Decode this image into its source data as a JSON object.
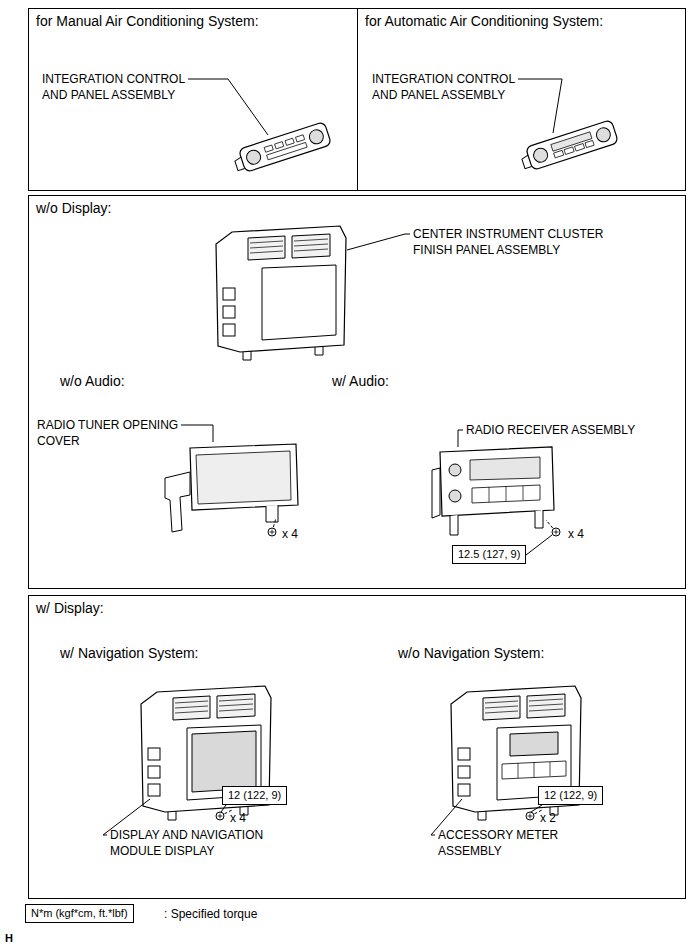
{
  "diagram": {
    "nodes": [
      {
        "text": [
          "for Manual Air Conditioning System:"
        ]
      },
      {
        "text": [
          "for Automatic Air Conditioning System:"
        ]
      },
      {
        "text": [
          "w/o Display:"
        ]
      },
      {
        "text": [
          "12.5 (127, 9)"
        ],
        "in": 2
      },
      {
        "text": [
          "w/ Display:"
        ]
      },
      {
        "text": [
          "12 (122, 9)"
        ],
        "in": 4
      },
      {
        "text": [
          "12 (122, 9)"
        ],
        "in": 4
      },
      {
        "text": [
          "N*m (kgf*cm, ft.*lbf)"
        ]
      }
    ],
    "labels": [
      "INTEGRATION CONTROL AND PANEL ASSEMBLY",
      "INTEGRATION CONTROL AND PANEL ASSEMBLY",
      "CENTER INSTRUMENT CLUSTER FINISH PANEL ASSEMBLY",
      "w/o Audio:",
      "w/ Audio:",
      "RADIO TUNER OPENING COVER",
      "RADIO RECEIVER ASSEMBLY",
      "x 4",
      "x 4",
      "w/ Navigation System:",
      "w/o Navigation System:",
      "x 4",
      "x 2",
      "DISPLAY AND NAVIGATION MODULE DISPLAY",
      "ACCESSORY METER ASSEMBLY",
      ": Specified torque",
      "H"
    ]
  }
}
